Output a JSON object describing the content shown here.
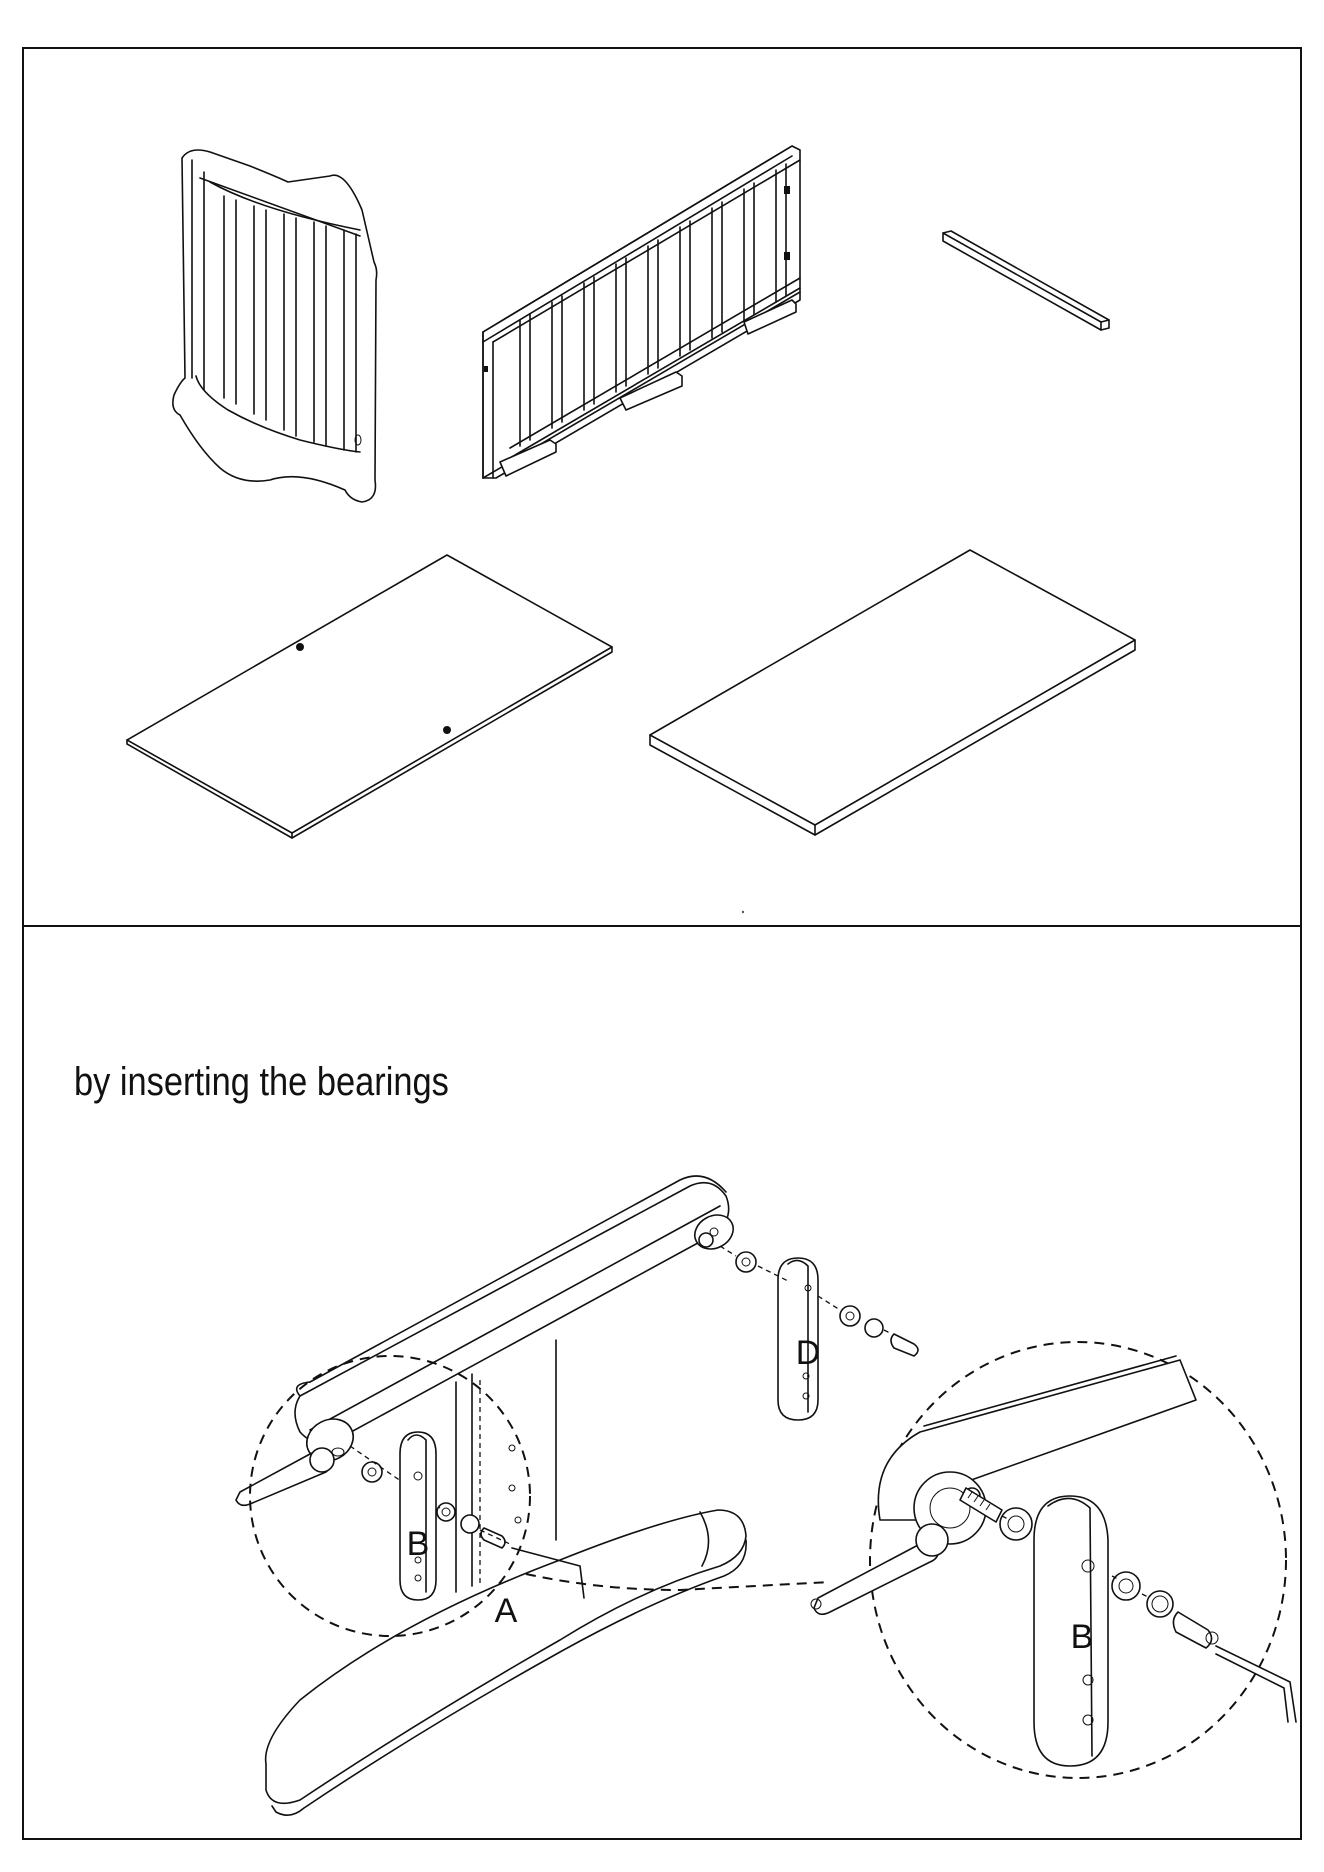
{
  "caption": "by inserting the bearings",
  "labels": {
    "part_b_small": "B",
    "part_a": "A",
    "part_d": "D",
    "part_b_detail": "B"
  },
  "colors": {
    "line": "#111111",
    "background": "#ffffff"
  }
}
